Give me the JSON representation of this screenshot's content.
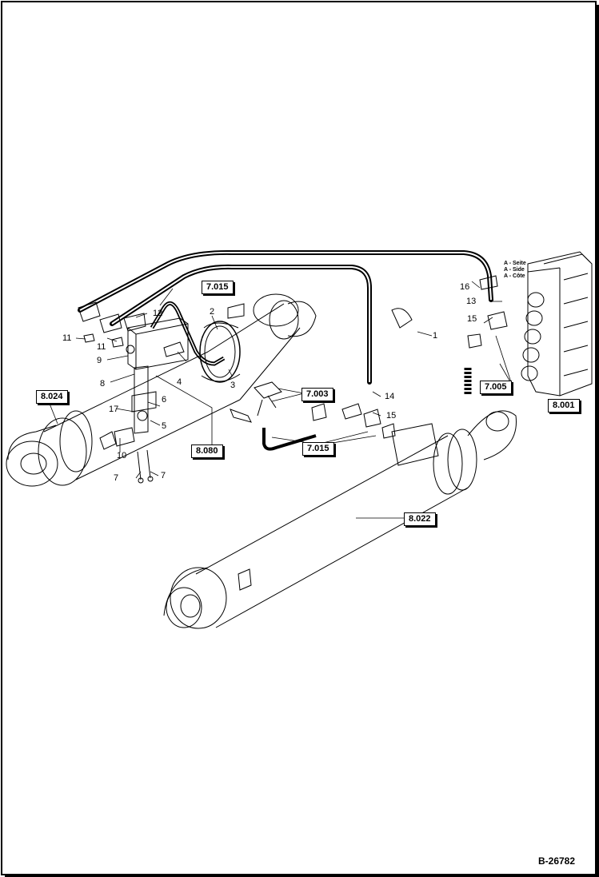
{
  "figure_id": "B-26782",
  "legend": [
    "A - Seite",
    "A - Side",
    "A - Côte"
  ],
  "refs": {
    "r7015a": "7.015",
    "r8024": "8.024",
    "r8080": "8.080",
    "r7003": "7.003",
    "r7015b": "7.015",
    "r7005": "7.005",
    "r8001": "8.001",
    "r8022": "8.022"
  },
  "numbers": {
    "n1": "1",
    "n2": "2",
    "n3": "3",
    "n4": "4",
    "n5": "5",
    "n6": "6",
    "n7a": "7",
    "n7b": "7",
    "n8": "8",
    "n9": "9",
    "n10": "10",
    "n11a": "11",
    "n11b": "11",
    "n12": "12",
    "n13": "13",
    "n14": "14",
    "n15a": "15",
    "n15b": "15",
    "n16": "16",
    "n17": "17"
  }
}
